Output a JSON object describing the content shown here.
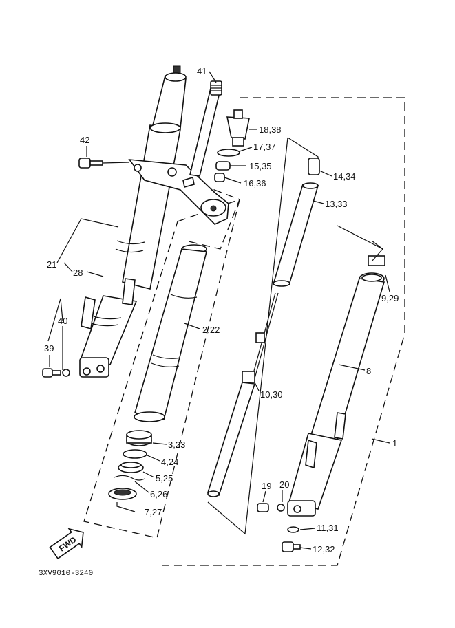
{
  "diagram": {
    "drawing_code": "3XV9010-3240",
    "fwd_label": "FWD",
    "callouts": {
      "p41": "41",
      "p42": "42",
      "p18": "18,38",
      "p17": "17,37",
      "p15": "15,35",
      "p16": "16,36",
      "p14": "14,34",
      "p13": "13,33",
      "p21": "21",
      "p28": "28",
      "p40": "40",
      "p39": "39",
      "p2": "2,22",
      "p9": "9,29",
      "p8": "8",
      "p10": "10,30",
      "p1": "1",
      "p3": "3,23",
      "p4": "4,24",
      "p5": "5,25",
      "p6": "6,26",
      "p7": "7,27",
      "p19": "19",
      "p20": "20",
      "p11": "11,31",
      "p12": "12,32"
    }
  }
}
